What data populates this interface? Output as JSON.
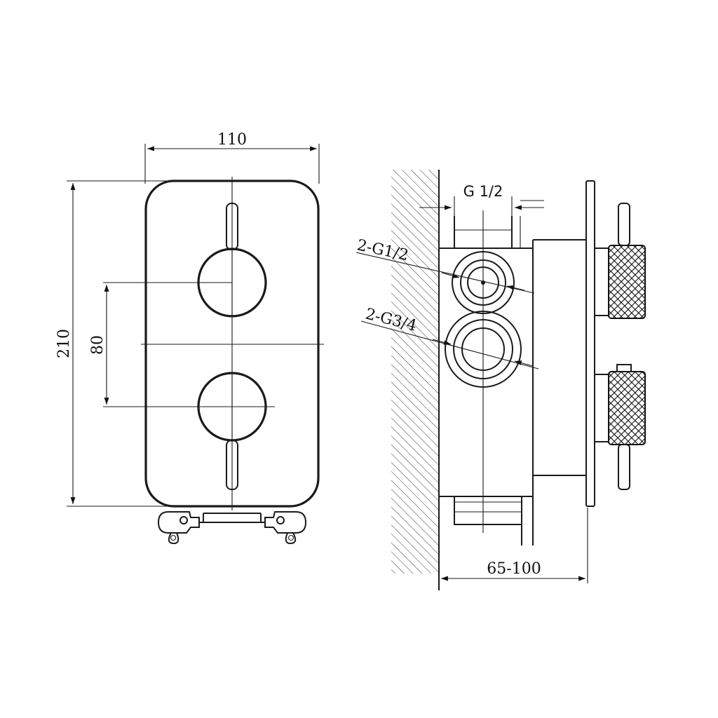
{
  "front_view": {
    "width_label": "110",
    "height_label": "210",
    "spacing_label": "80"
  },
  "side_view": {
    "outlet_label": "G 1/2",
    "inlet_small_label": "2-G1/2",
    "inlet_large_label": "2-G3/4",
    "depth_label": "65-100"
  }
}
